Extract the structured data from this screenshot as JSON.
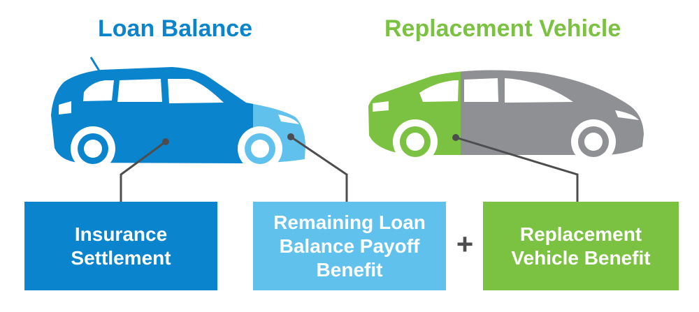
{
  "headings": {
    "loan_balance": "Loan Balance",
    "replacement_vehicle": "Replacement Vehicle"
  },
  "boxes": {
    "insurance_settlement": "Insurance Settlement",
    "remaining_loan_payoff": "Remaining Loan Balance Payoff Benefit",
    "replacement_vehicle_benefit": "Replacement Vehicle Benefit"
  },
  "operator": "+",
  "colors": {
    "dark_blue": "#0a84cc",
    "light_blue": "#5fc1ec",
    "green": "#7cc242",
    "gray": "#8e9093",
    "connector": "#4d4d4f",
    "plus": "#4d4d4f"
  }
}
